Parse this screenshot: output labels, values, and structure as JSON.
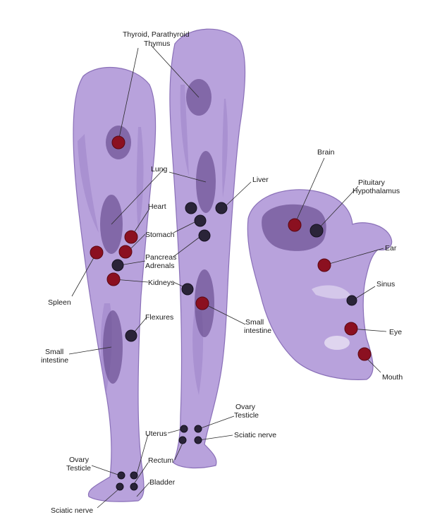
{
  "colors": {
    "leg_fill": "#b8a2dc",
    "reflex_red": "#8b1020",
    "reflex_dark": "#2a2438"
  },
  "labels": {
    "thyroid": "Thyroid, Parathyroid",
    "thymus": "Thymus",
    "lung": "Lung",
    "liver": "Liver",
    "heart": "Heart",
    "stomach": "Stomach",
    "pancreas": "Pancreas",
    "adrenals": "Adrenals",
    "kidneys": "Kidneys",
    "spleen": "Spleen",
    "flexures": "Flexures",
    "small_intestine_left_1": "Small",
    "small_intestine_left_2": "intestine",
    "small_intestine_right_1": "Small",
    "small_intestine_right_2": "intestine",
    "uterus": "Uterus",
    "ovary_left": "Ovary",
    "testicle_left": "Testicle",
    "rectum": "Rectum",
    "bladder": "Bladder",
    "sciatic_left": "Sciatic nerve",
    "ovary_right": "Ovary",
    "testicle_right": "Testicle",
    "sciatic_right": "Sciatic nerve",
    "brain": "Brain",
    "pituitary": "Pituitary",
    "hypothalamus": "Hypothalamus",
    "ear": "Ear",
    "sinus": "Sinus",
    "eye": "Eye",
    "mouth": "Mouth"
  }
}
